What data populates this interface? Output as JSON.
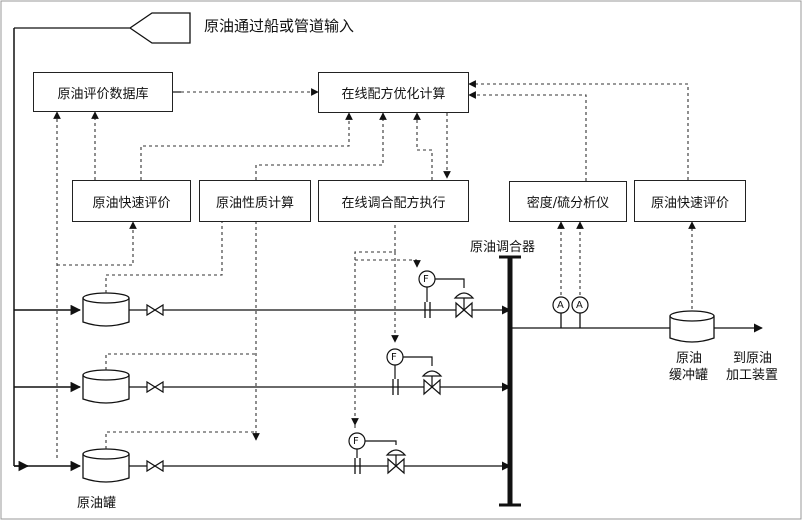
{
  "diagram": {
    "title": "原油通过船或管道输入",
    "boxes": {
      "database": "原油评价数据库",
      "optimizer": "在线配方优化计算",
      "fast_eval_left": "原油快速评价",
      "property_calc": "原油性质计算",
      "recipe_exec": "在线调合配方执行",
      "analyzer": "密度/硫分析仪",
      "fast_eval_right": "原油快速评价"
    },
    "labels": {
      "blender": "原油调合器",
      "tank": "原油罐",
      "buffer_tank_line1": "原油",
      "buffer_tank_line2": "缓冲罐",
      "output_line1": "到原油",
      "output_line2": "加工装置",
      "flow_meter": "F",
      "analyzer_symbol": "A"
    },
    "colors": {
      "line": "#111111",
      "dashed": "#333333",
      "border": "#222222"
    }
  }
}
